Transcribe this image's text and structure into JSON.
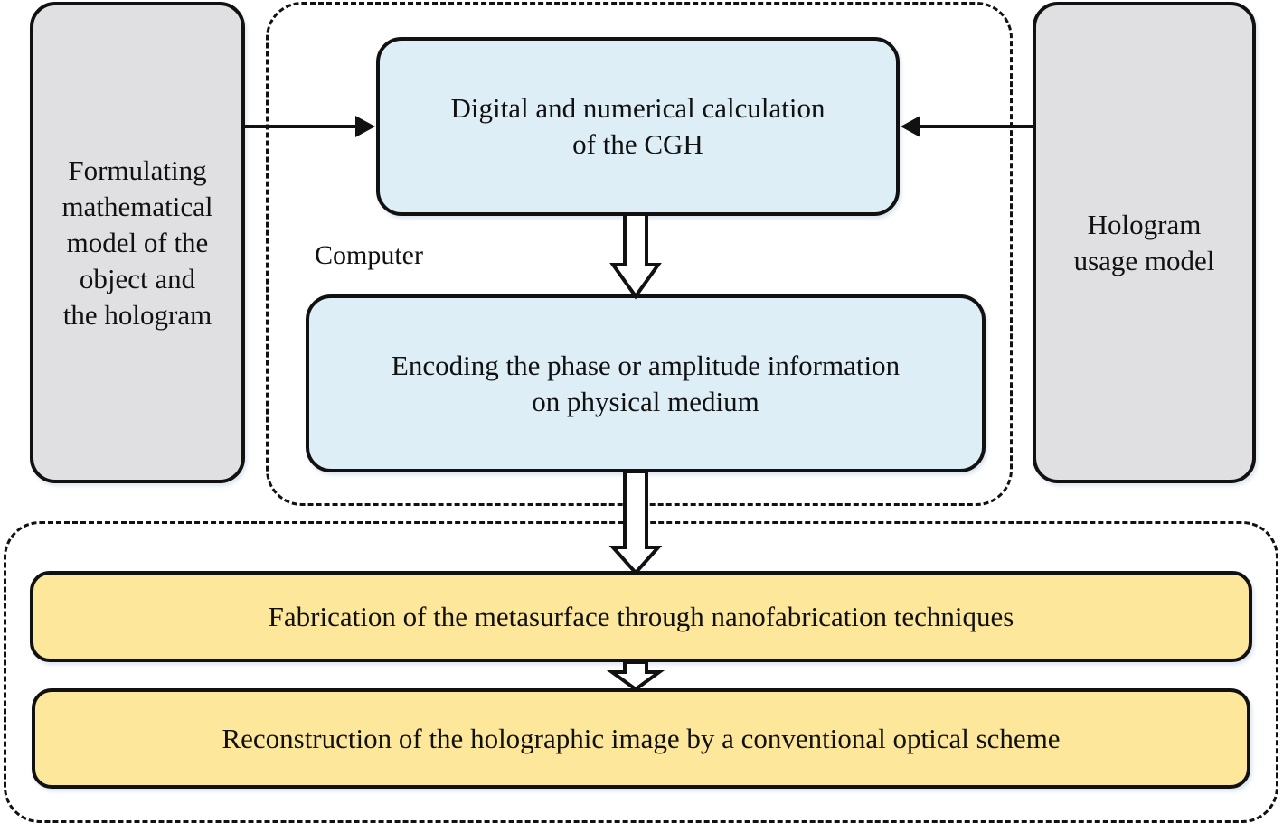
{
  "diagram": {
    "left_panel": {
      "text": "Formulating mathematical model of the object and the hologram",
      "lines": [
        "Formulating",
        "mathematical",
        "model of the",
        "object and",
        "the hologram"
      ]
    },
    "right_panel": {
      "text": "Hologram usage model",
      "lines": [
        "Hologram",
        "usage model"
      ]
    },
    "computer_group": {
      "label": "Computer"
    },
    "cgh_box": {
      "lines": [
        "Digital and numerical calculation",
        "of the CGH"
      ]
    },
    "encoding_box": {
      "lines": [
        "Encoding the phase or amplitude information",
        "on physical medium"
      ]
    },
    "fabrication_box": {
      "text": "Fabrication of the metasurface through nanofabrication techniques"
    },
    "reconstruction_box": {
      "text": "Reconstruction of the holographic image by a conventional optical scheme"
    },
    "colors": {
      "panel_gray": "#e0dfe1",
      "process_blue": "#ddeef7",
      "fabrication_yellow": "#fde79a",
      "stroke": "#111111"
    },
    "connections": [
      {
        "from": "left_panel",
        "to": "cgh_box",
        "style": "line-arrow"
      },
      {
        "from": "right_panel",
        "to": "cgh_box",
        "style": "line-arrow"
      },
      {
        "from": "cgh_box",
        "to": "encoding_box",
        "style": "block-arrow"
      },
      {
        "from": "encoding_box",
        "to": "fabrication_box",
        "style": "block-arrow"
      },
      {
        "from": "fabrication_box",
        "to": "reconstruction_box",
        "style": "block-arrow"
      }
    ]
  }
}
